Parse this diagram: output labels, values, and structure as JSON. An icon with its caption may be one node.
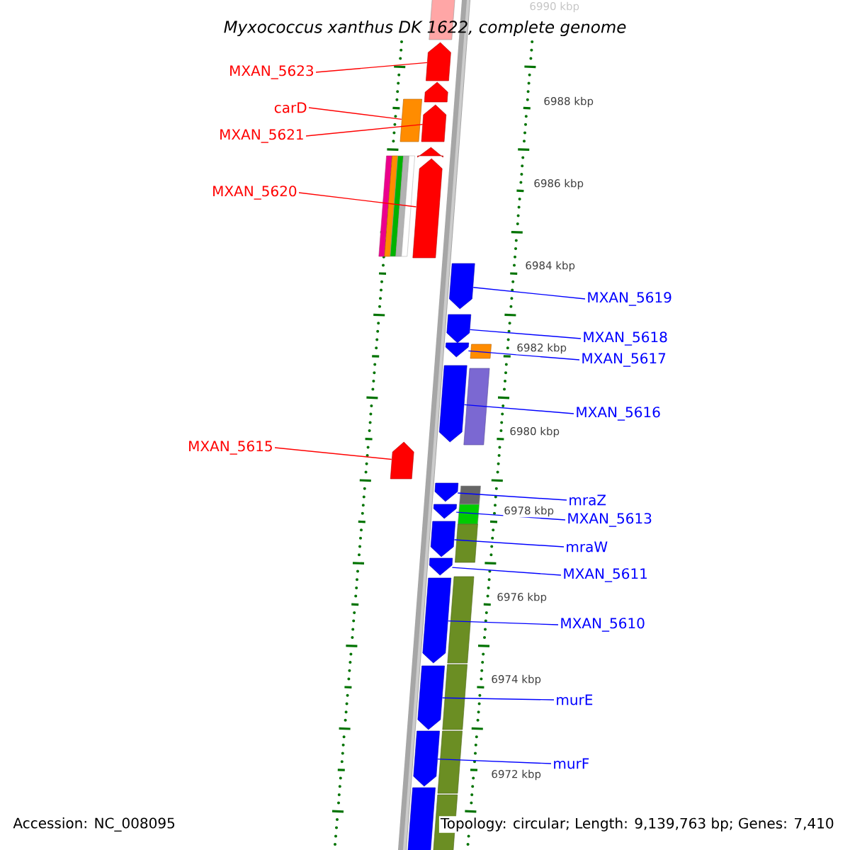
{
  "diagram": {
    "title": "Myxococcus xanthus DK 1622, complete genome",
    "nodes": [
      {
        "text": [
          "MXAN_5623"
        ]
      },
      {
        "text": [
          "carD"
        ]
      },
      {
        "text": [
          "MXAN_5621"
        ]
      },
      {
        "text": [
          "MXAN_5620"
        ]
      },
      {
        "text": [
          "MXAN_5615"
        ]
      },
      {
        "text": [
          "MXAN_5619"
        ]
      },
      {
        "text": [
          "MXAN_5618"
        ]
      },
      {
        "text": [
          "MXAN_5617"
        ]
      },
      {
        "text": [
          "MXAN_5616"
        ]
      },
      {
        "text": [
          "mraZ"
        ]
      },
      {
        "text": [
          "MXAN_5613"
        ]
      },
      {
        "text": [
          "mraW"
        ]
      },
      {
        "text": [
          "MXAN_5611"
        ]
      },
      {
        "text": [
          "MXAN_5610"
        ]
      },
      {
        "text": [
          "murE"
        ]
      },
      {
        "text": [
          "murF"
        ]
      },
      {
        "text": [],
        "shape": "box"
      },
      {
        "text": [],
        "shape": "box"
      },
      {
        "text": [],
        "shape": "box"
      },
      {
        "text": [],
        "shape": "box"
      },
      {
        "text": [],
        "shape": "box"
      },
      {
        "text": [],
        "shape": "box"
      },
      {
        "text": [],
        "shape": "box"
      },
      {
        "text": [],
        "shape": "box"
      },
      {
        "text": [],
        "shape": "box"
      },
      {
        "text": [],
        "shape": "box"
      },
      {
        "text": [],
        "shape": "box"
      },
      {
        "text": [],
        "shape": "box"
      },
      {
        "text": [],
        "shape": "box"
      },
      {
        "text": [],
        "shape": "box"
      },
      {
        "text": [],
        "shape": "box"
      },
      {
        "text": [],
        "shape": "box"
      }
    ],
    "edges": [
      {
        "from": 0,
        "to": 16,
        "arrow": "none",
        "color": "#ff0000"
      },
      {
        "from": 1,
        "to": 17,
        "arrow": "none",
        "color": "#ff0000"
      },
      {
        "from": 2,
        "to": 18,
        "arrow": "none",
        "color": "#ff0000"
      },
      {
        "from": 3,
        "to": 19,
        "arrow": "none",
        "color": "#ff0000"
      },
      {
        "from": 4,
        "to": 20,
        "arrow": "none",
        "color": "#ff0000"
      },
      {
        "from": 5,
        "to": 21,
        "arrow": "none"
      },
      {
        "from": 6,
        "to": 22,
        "arrow": "none"
      },
      {
        "from": 7,
        "to": 23,
        "arrow": "none"
      },
      {
        "from": 8,
        "to": 24,
        "arrow": "none"
      },
      {
        "from": 9,
        "to": 25,
        "arrow": "none"
      },
      {
        "from": 10,
        "to": 26,
        "arrow": "none"
      },
      {
        "from": 11,
        "to": 27,
        "arrow": "none"
      },
      {
        "from": 12,
        "to": 28,
        "arrow": "none"
      },
      {
        "from": 13,
        "to": 29,
        "arrow": "none"
      },
      {
        "from": 14,
        "to": 30,
        "arrow": "none"
      },
      {
        "from": 15,
        "to": 31,
        "arrow": "none"
      }
    ],
    "labels": [
      "6990 kbp",
      "6988 kbp",
      "6986 kbp",
      "6984 kbp",
      "6982 kbp",
      "6980 kbp",
      "6978 kbp",
      "6976 kbp",
      "6974 kbp",
      "6972 kbp",
      "Accession: NC_008095",
      "Topology: circular; Length: 9,139,763 bp; Genes: 7,410"
    ]
  }
}
